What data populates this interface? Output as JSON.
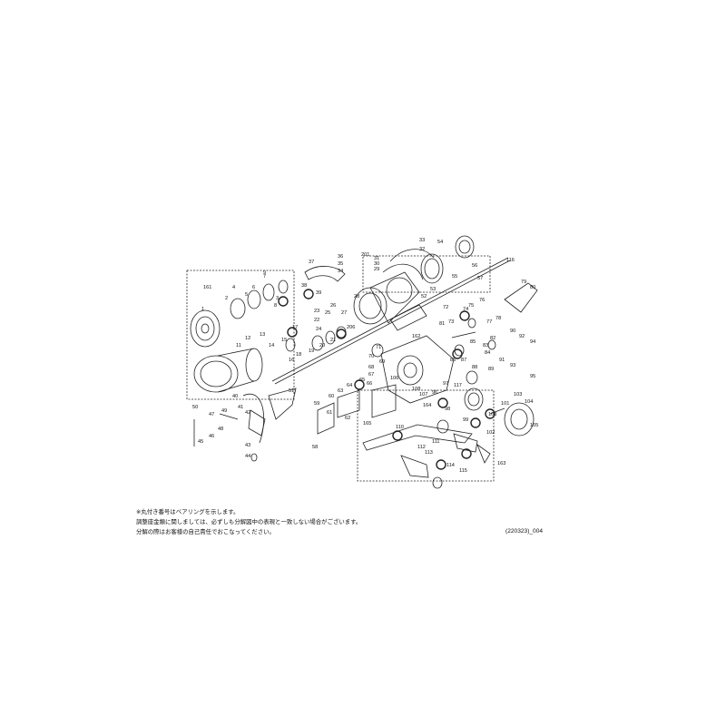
{
  "notes": [
    "※丸付き番号はベアリングを示します。",
    "調整座金類に関しましては、必ずしも分解図中の表現と一致しない場合がございます。",
    "分解の際はお客様の自己責任でおこなってください。"
  ],
  "doc_code": "(220323)_004",
  "callouts": [
    "1",
    "2",
    "3",
    "4",
    "5",
    "6",
    "7",
    "8",
    "9",
    "11",
    "12",
    "13",
    "14",
    "15",
    "16",
    "17",
    "18",
    "19",
    "20",
    "21",
    "22",
    "23",
    "24",
    "25",
    "26",
    "27",
    "28",
    "29",
    "30",
    "31",
    "32",
    "33",
    "34",
    "35",
    "36",
    "37",
    "38",
    "39",
    "40",
    "41",
    "42",
    "43",
    "44",
    "45",
    "46",
    "47",
    "48",
    "49",
    "50",
    "51",
    "52",
    "53",
    "54",
    "55",
    "56",
    "57",
    "58",
    "59",
    "60",
    "61",
    "62",
    "63",
    "64",
    "65",
    "66",
    "67",
    "68",
    "69",
    "70",
    "71",
    "72",
    "73",
    "74",
    "75",
    "76",
    "77",
    "78",
    "79",
    "80",
    "81",
    "82",
    "83",
    "84",
    "85",
    "86",
    "87",
    "88",
    "89",
    "90",
    "91",
    "92",
    "93",
    "94",
    "95",
    "96",
    "97",
    "98",
    "99",
    "100",
    "101",
    "102",
    "103",
    "104",
    "105",
    "106",
    "107",
    "108",
    "110",
    "111",
    "112",
    "113",
    "114",
    "115",
    "116",
    "117",
    "161",
    "162",
    "163",
    "164",
    "165",
    "201",
    "206"
  ]
}
